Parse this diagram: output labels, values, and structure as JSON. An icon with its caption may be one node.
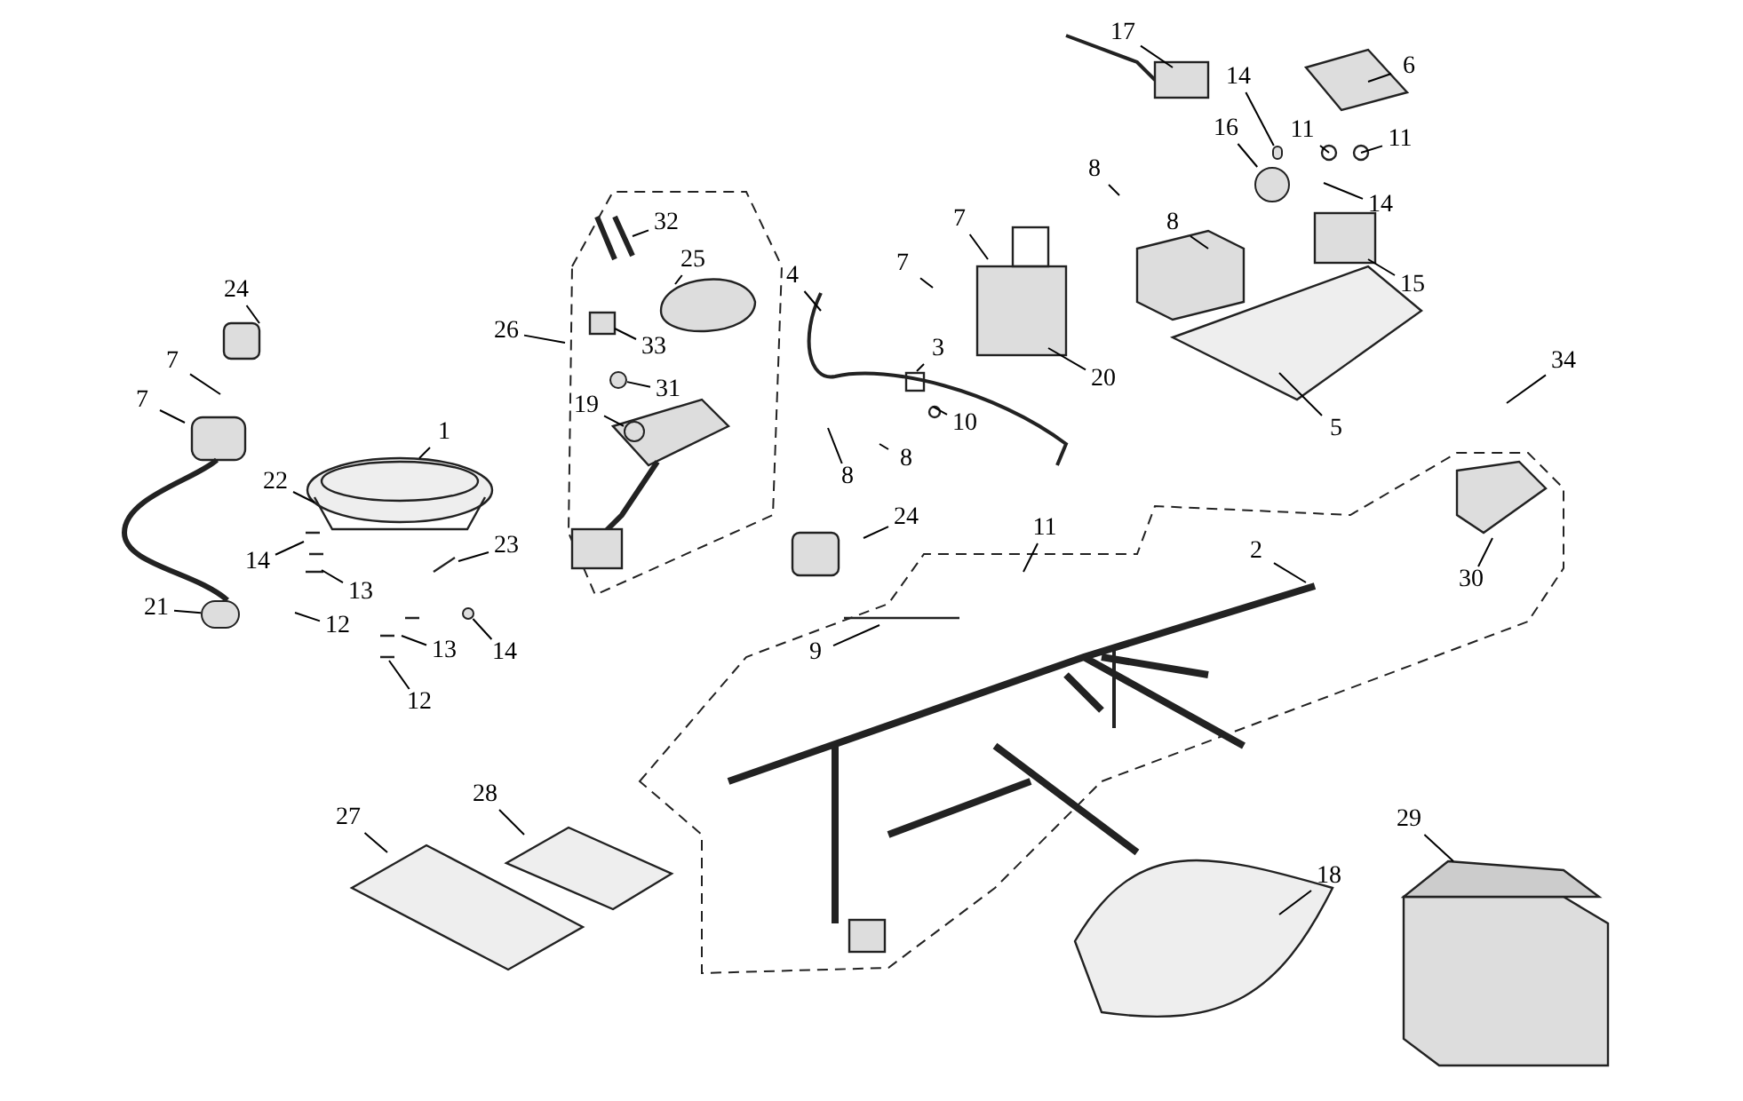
{
  "diagram": {
    "nodes": [
      {
        "text": [
          "24"
        ]
      },
      {
        "text": [
          "7"
        ]
      },
      {
        "text": [
          "7"
        ]
      },
      {
        "text": [
          "1"
        ]
      },
      {
        "text": [
          "22"
        ]
      },
      {
        "text": [
          "14"
        ]
      },
      {
        "text": [
          "13"
        ]
      },
      {
        "text": [
          "23"
        ]
      },
      {
        "text": [
          "21"
        ]
      },
      {
        "text": [
          "12"
        ]
      },
      {
        "text": [
          "13"
        ]
      },
      {
        "text": [
          "14"
        ]
      },
      {
        "text": [
          "12"
        ]
      },
      {
        "text": [
          "26"
        ]
      },
      {
        "text": [
          "32"
        ]
      },
      {
        "text": [
          "25"
        ]
      },
      {
        "text": [
          "33"
        ]
      },
      {
        "text": [
          "31"
        ]
      },
      {
        "text": [
          "19"
        ]
      },
      {
        "text": [
          "4"
        ]
      },
      {
        "text": [
          "7"
        ]
      },
      {
        "text": [
          "7"
        ]
      },
      {
        "text": [
          "3"
        ]
      },
      {
        "text": [
          "10"
        ]
      },
      {
        "text": [
          "8"
        ]
      },
      {
        "text": [
          "8"
        ]
      },
      {
        "text": [
          "20"
        ]
      },
      {
        "text": [
          "8"
        ]
      },
      {
        "text": [
          "8"
        ]
      },
      {
        "text": [
          "17"
        ]
      },
      {
        "text": [
          "14"
        ]
      },
      {
        "text": [
          "16"
        ]
      },
      {
        "text": [
          "6"
        ]
      },
      {
        "text": [
          "11"
        ]
      },
      {
        "text": [
          "11"
        ]
      },
      {
        "text": [
          "14"
        ]
      },
      {
        "text": [
          "15"
        ]
      },
      {
        "text": [
          "5"
        ]
      },
      {
        "text": [
          "34"
        ]
      },
      {
        "text": [
          "30"
        ]
      },
      {
        "text": [
          "2"
        ]
      },
      {
        "text": [
          "11"
        ]
      },
      {
        "text": [
          "24"
        ]
      },
      {
        "text": [
          "9"
        ]
      },
      {
        "text": [
          "27"
        ]
      },
      {
        "text": [
          "28"
        ]
      },
      {
        "text": [
          "18"
        ]
      },
      {
        "text": [
          "29"
        ]
      },
      {
        "text": [],
        "shape": "circle"
      },
      {
        "text": [],
        "shape": "circle"
      },
      {
        "text": [],
        "shape": "circle"
      },
      {
        "text": [],
        "shape": "circle"
      },
      {
        "text": [],
        "shape": "circle"
      },
      {
        "text": [],
        "shape": "circle"
      }
    ],
    "edges": [
      {
        "from": 0,
        "to": null,
        "arrow": "none"
      },
      {
        "from": 1,
        "to": null,
        "arrow": "none"
      },
      {
        "from": 2,
        "to": null,
        "arrow": "none"
      },
      {
        "from": 3,
        "to": null,
        "arrow": "none"
      },
      {
        "from": 4,
        "to": null,
        "arrow": "none"
      },
      {
        "from": 5,
        "to": null,
        "arrow": "none"
      },
      {
        "from": 6,
        "to": null,
        "arrow": "none"
      },
      {
        "from": 7,
        "to": null,
        "arrow": "none"
      },
      {
        "from": 8,
        "to": 48,
        "arrow": "none"
      },
      {
        "from": 9,
        "to": null,
        "arrow": "none"
      },
      {
        "from": 10,
        "to": null,
        "arrow": "none"
      },
      {
        "from": 11,
        "to": 49,
        "arrow": "none"
      },
      {
        "from": 12,
        "to": null,
        "arrow": "none"
      },
      {
        "from": 13,
        "to": null,
        "arrow": "none"
      },
      {
        "from": 14,
        "to": null,
        "arrow": "none"
      },
      {
        "from": 15,
        "to": null,
        "arrow": "none"
      },
      {
        "from": 16,
        "to": null,
        "arrow": "none"
      },
      {
        "from": 17,
        "to": 52,
        "arrow": "none"
      },
      {
        "from": 18,
        "to": 53,
        "arrow": "none"
      },
      {
        "from": 19,
        "to": null,
        "arrow": "none"
      },
      {
        "from": 20,
        "to": null,
        "arrow": "none"
      },
      {
        "from": 21,
        "to": null,
        "arrow": "none"
      },
      {
        "from": 22,
        "to": null,
        "arrow": "none"
      },
      {
        "from": 23,
        "to": null,
        "arrow": "none"
      },
      {
        "from": 24,
        "to": null,
        "arrow": "none"
      },
      {
        "from": 25,
        "to": null,
        "arrow": "none"
      },
      {
        "from": 26,
        "to": null,
        "arrow": "none"
      },
      {
        "from": 27,
        "to": null,
        "arrow": "none"
      },
      {
        "from": 28,
        "to": null,
        "arrow": "none"
      },
      {
        "from": 29,
        "to": null,
        "arrow": "none"
      },
      {
        "from": 30,
        "to": 50,
        "arrow": "none"
      },
      {
        "from": 31,
        "to": 51,
        "arrow": "none"
      },
      {
        "from": 32,
        "to": null,
        "arrow": "none"
      },
      {
        "from": 33,
        "to": null,
        "arrow": "none"
      },
      {
        "from": 34,
        "to": null,
        "arrow": "none"
      },
      {
        "from": 35,
        "to": null,
        "arrow": "none"
      },
      {
        "from": 36,
        "to": null,
        "arrow": "none"
      },
      {
        "from": 37,
        "to": null,
        "arrow": "none"
      },
      {
        "from": 38,
        "to": null,
        "arrow": "none"
      },
      {
        "from": 39,
        "to": null,
        "arrow": "none"
      },
      {
        "from": 40,
        "to": null,
        "arrow": "none"
      },
      {
        "from": 41,
        "to": null,
        "arrow": "none"
      },
      {
        "from": 42,
        "to": null,
        "arrow": "none"
      },
      {
        "from": 43,
        "to": null,
        "arrow": "none"
      },
      {
        "from": 44,
        "to": null,
        "arrow": "none"
      },
      {
        "from": 45,
        "to": null,
        "arrow": "none"
      },
      {
        "from": 46,
        "to": null,
        "arrow": "none"
      },
      {
        "from": 47,
        "to": null,
        "arrow": "none"
      }
    ]
  }
}
